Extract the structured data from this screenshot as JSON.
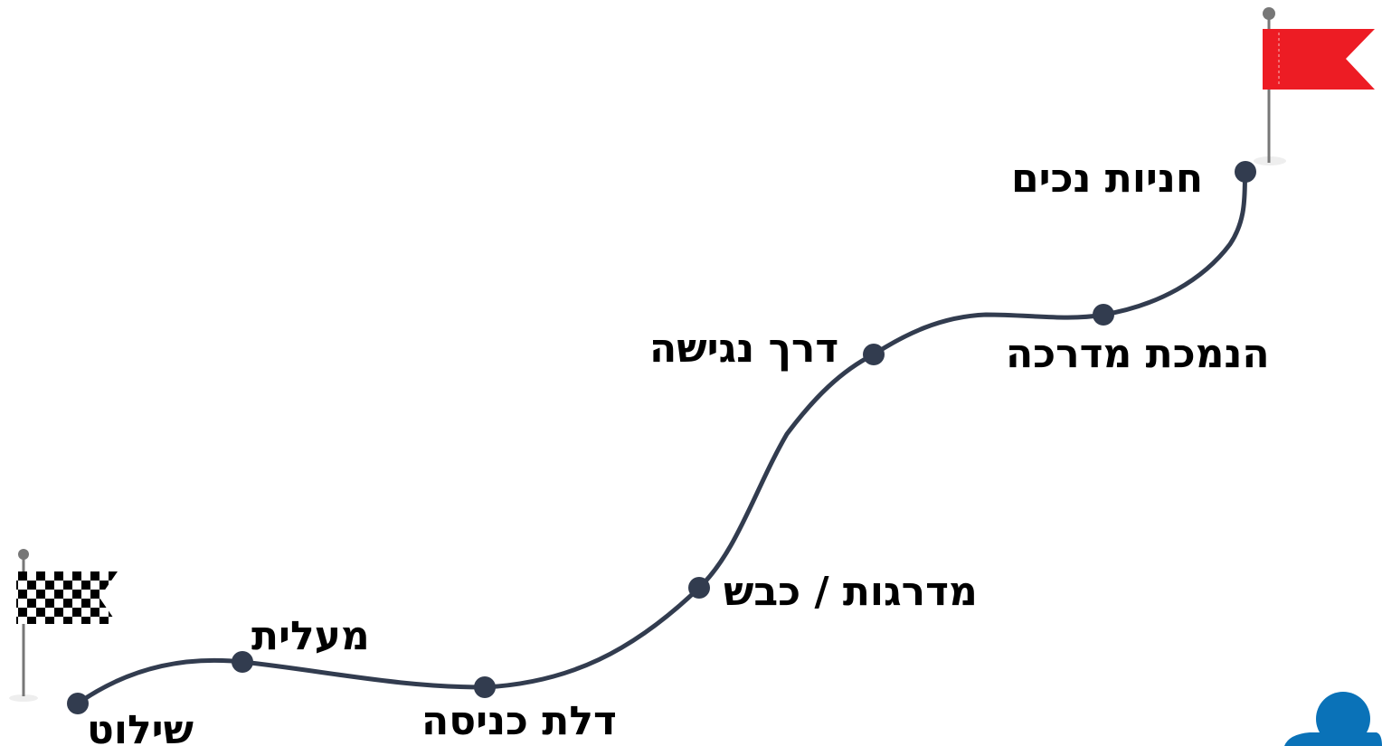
{
  "colors": {
    "path": "#323c4f",
    "node": "#323c4f",
    "destination_flag": "#ed1c24",
    "pole": "#777777",
    "person": "#0a72b8"
  },
  "icons": {
    "start": "checkered-flag-icon",
    "end": "red-flag-icon",
    "corner": "person-icon"
  },
  "route": {
    "stops": [
      {
        "label": "שילוט"
      },
      {
        "label": "מעלית"
      },
      {
        "label": "דלת כניסה"
      },
      {
        "label": "מדרגות / כבש"
      },
      {
        "label": "דרך נגישה"
      },
      {
        "label": "הנמכת מדרכה"
      },
      {
        "label": "חניות נכים"
      }
    ]
  }
}
